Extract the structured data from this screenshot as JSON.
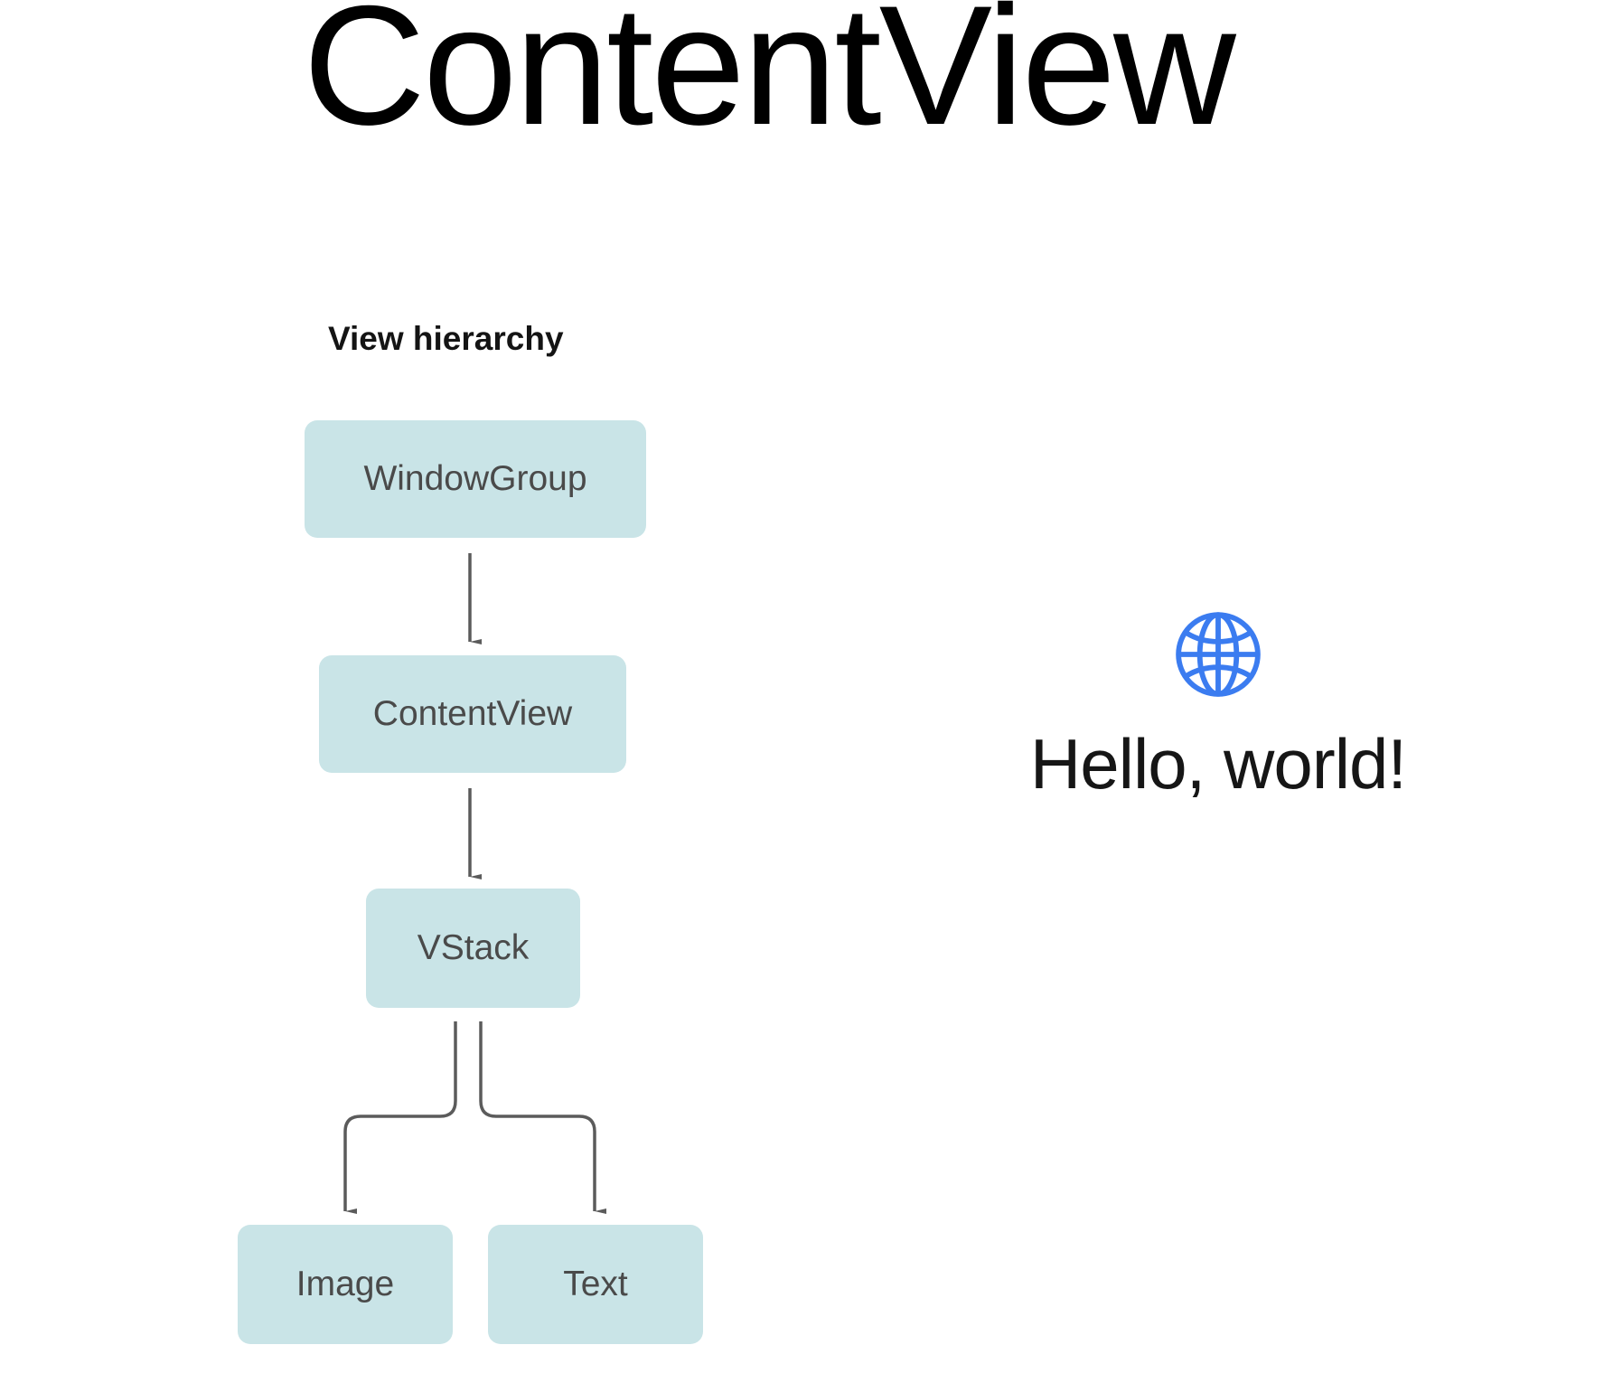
{
  "page": {
    "title": "ContentView",
    "background_color": "#ffffff"
  },
  "diagram": {
    "heading": "View hierarchy",
    "node_fill_color": "#c9e4e7",
    "node_text_color": "#4a4a4a",
    "connector_color": "#5b5b5b",
    "nodes": [
      {
        "id": "windowgroup",
        "label": "WindowGroup"
      },
      {
        "id": "contentview",
        "label": "ContentView"
      },
      {
        "id": "vstack",
        "label": "VStack"
      },
      {
        "id": "image",
        "label": "Image"
      },
      {
        "id": "text",
        "label": "Text"
      }
    ],
    "edges": [
      {
        "from": "WindowGroup",
        "to": "ContentView"
      },
      {
        "from": "ContentView",
        "to": "VStack"
      },
      {
        "from": "VStack",
        "to": "Image"
      },
      {
        "from": "VStack",
        "to": "Text"
      }
    ]
  },
  "preview": {
    "icon_name": "globe-icon",
    "icon_color": "#3b7cf0",
    "text": "Hello, world!",
    "text_color": "#161616"
  }
}
